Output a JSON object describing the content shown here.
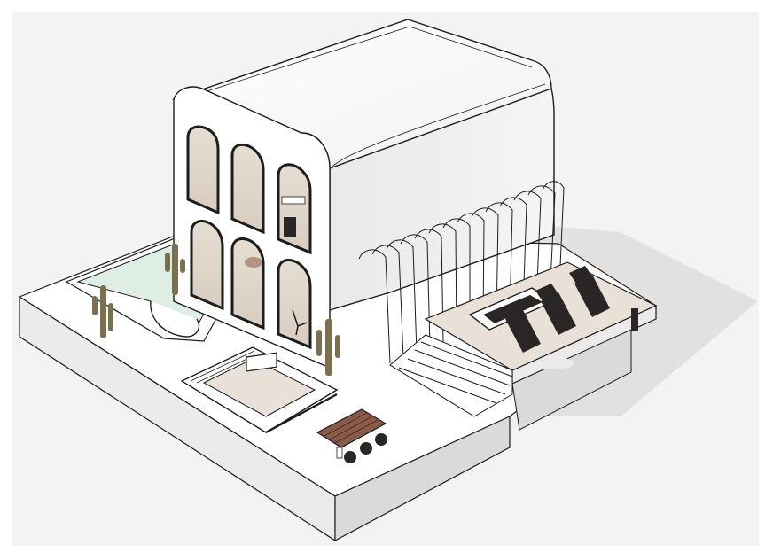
{
  "scene": {
    "subject": "isometric-desert-villa-model",
    "colors": {
      "backdrop": "#f3f3f3",
      "plaster": "#ffffff",
      "plaster_shade": "#ecebea",
      "plaster_dark": "#dcdad8",
      "sand": "#e9e1d8",
      "outline": "#1c1c1c",
      "pool_water": "#dfeee4",
      "cactus": "#7a7050",
      "lounger": "#2a2625",
      "wood": "#8a5a48",
      "shadow": "#d6d2cd"
    },
    "elements": {
      "building": "two-story-house-with-arched-windows",
      "pergola": "arched-rib-pergola",
      "deck": "raised-sun-deck",
      "loungers": 3,
      "cacti": 3,
      "pool": "garden-pool",
      "firepit": "sunken-fire-pit-lounge",
      "picnic_table": "wooden-table-with-stools"
    }
  }
}
